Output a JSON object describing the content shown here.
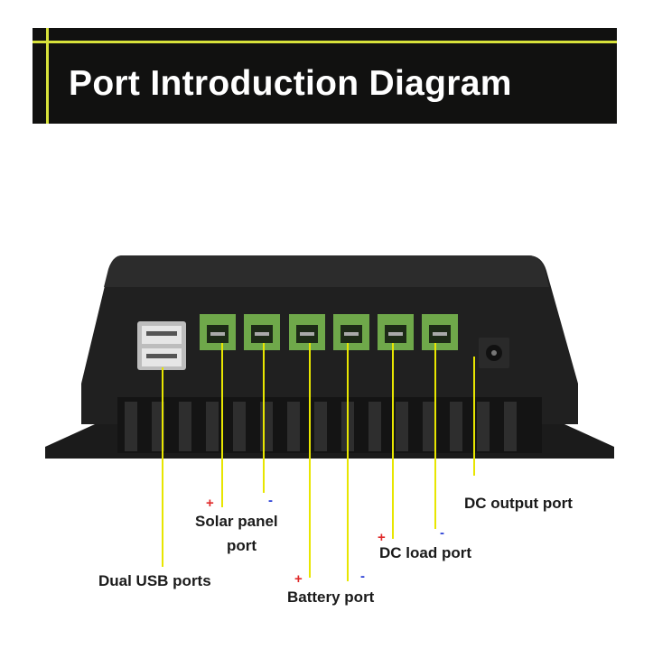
{
  "banner": {
    "title": "Port Introduction Diagram"
  },
  "labels": {
    "solar_panel_line1": "Solar panel",
    "solar_panel_line2": "port",
    "dual_usb": "Dual USB ports",
    "battery": "Battery port",
    "dc_load": "DC load port",
    "dc_output": "DC output port"
  },
  "signs": {
    "plus": "+",
    "minus": "-"
  },
  "colors": {
    "banner_bg": "#111110",
    "accent_stripe": "#d8e23a",
    "leader_line": "#e8e600",
    "terminal_green": "#6fa84a",
    "plus": "#e02b2b",
    "minus": "#2a3fd6"
  }
}
